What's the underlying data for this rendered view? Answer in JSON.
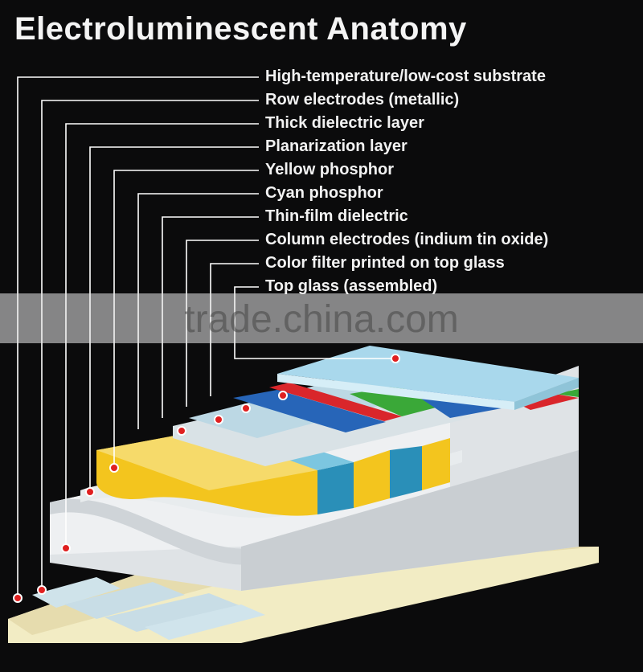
{
  "title": "Electroluminescent Anatomy",
  "layers": [
    {
      "label": "High-temperature/low-cost substrate"
    },
    {
      "label": "Row electrodes (metallic)"
    },
    {
      "label": "Thick dielectric layer"
    },
    {
      "label": "Planarization layer"
    },
    {
      "label": "Yellow phosphor"
    },
    {
      "label": "Cyan phosphor"
    },
    {
      "label": "Thin-film dielectric"
    },
    {
      "label": "Column electrodes (indium tin oxide)"
    },
    {
      "label": "Color filter printed on top glass"
    },
    {
      "label": "Top glass (assembled)"
    }
  ],
  "watermark": {
    "text": "trade.china.com"
  },
  "colors": {
    "background": "#0b0b0c",
    "substrate": "#f2ecc4",
    "dielectric": "#d9dde0",
    "yellow_phosphor": "#f3c51e",
    "cyan_phosphor": "#2a8fb8",
    "filter_red": "#d9262b",
    "filter_green": "#3aa838",
    "filter_blue": "#2765b8",
    "top_glass": "#a9d8ec",
    "marker": "#e02020"
  }
}
